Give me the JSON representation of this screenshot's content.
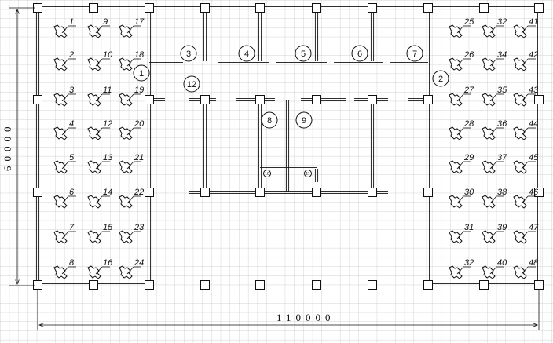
{
  "dimensions": {
    "width_label": "110000",
    "height_label": "60000"
  },
  "rooms": [
    {
      "id": "room-1",
      "label": "1"
    },
    {
      "id": "room-2",
      "label": "2"
    },
    {
      "id": "room-3",
      "label": "3"
    },
    {
      "id": "room-4",
      "label": "4"
    },
    {
      "id": "room-5",
      "label": "5"
    },
    {
      "id": "room-6",
      "label": "6"
    },
    {
      "id": "room-7",
      "label": "7"
    },
    {
      "id": "room-8",
      "label": "8"
    },
    {
      "id": "room-9",
      "label": "9"
    },
    {
      "id": "room-12",
      "label": "12"
    },
    {
      "id": "room-10",
      "label": "10"
    },
    {
      "id": "room-11",
      "label": "11"
    }
  ],
  "left_hall": {
    "columns": [
      [
        "1",
        "2",
        "3",
        "4",
        "5",
        "6",
        "7",
        "8"
      ],
      [
        "9",
        "10",
        "11",
        "12",
        "13",
        "14",
        "15",
        "16"
      ],
      [
        "17",
        "18",
        "19",
        "20",
        "21",
        "22",
        "23",
        "24"
      ]
    ]
  },
  "right_hall": {
    "columns": [
      [
        "25",
        "26",
        "27",
        "28",
        "29",
        "30",
        "31",
        "32"
      ],
      [
        "32",
        "34",
        "35",
        "36",
        "37",
        "38",
        "39",
        "40"
      ],
      [
        "41",
        "42",
        "43",
        "44",
        "45",
        "46",
        "47",
        "48"
      ]
    ]
  }
}
